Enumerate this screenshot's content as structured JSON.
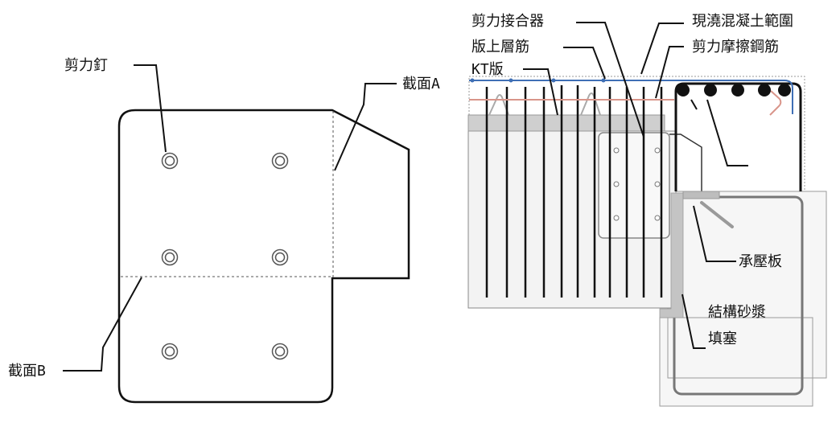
{
  "left_figure": {
    "labels": {
      "shear_stud": "剪力釘",
      "section_a": "截面A",
      "section_b": "截面B"
    }
  },
  "right_figure": {
    "labels": {
      "shear_connector": "剪力接合器",
      "top_rebar": "版上層筋",
      "kt_slab": "KT版",
      "cast_in_place_range": "現澆混凝土範圍",
      "shear_friction_rebar": "剪力摩擦鋼筋",
      "bearing_plate": "承壓板",
      "grout_line1": "結構砂漿",
      "grout_line2": "填塞"
    }
  },
  "colors": {
    "top_rebar": "#3f6fb5",
    "shear_friction_rebar": "#d9958a",
    "topping_fill": "#cfcfcf",
    "slab_fill": "#f3f3f3",
    "grout_fill": "#c4c4c4",
    "truss": "#aaaaaa"
  }
}
